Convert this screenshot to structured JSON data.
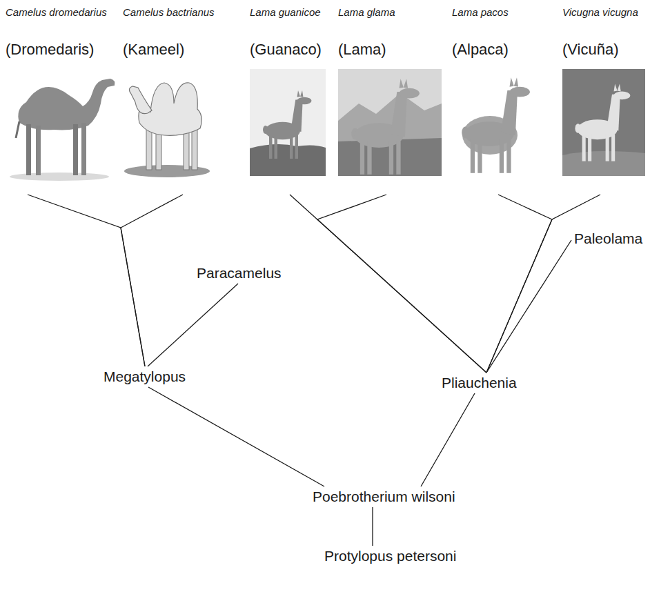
{
  "diagram": {
    "nodes": [
      {
        "text": [
          "Camelus dromedarius",
          "(Dromedaris)"
        ]
      },
      {
        "text": [
          "Camelus bactrianus",
          "(Kameel)"
        ]
      },
      {
        "text": [
          "Lama guanicoe",
          "(Guanaco)"
        ]
      },
      {
        "text": [
          "Lama glama",
          "(Lama)"
        ]
      },
      {
        "text": [
          "Lama pacos",
          "(Alpaca)"
        ]
      },
      {
        "text": [
          "Vicugna vicugna",
          "(Vicuña)"
        ]
      },
      {
        "text": [
          "Paracamelus"
        ]
      },
      {
        "text": [
          "Paleolama"
        ]
      },
      {
        "text": [
          "Megatylopus"
        ]
      },
      {
        "text": [
          "Pliauchenia"
        ]
      },
      {
        "text": [
          "Poebrotherium wilsoni"
        ]
      },
      {
        "text": [
          "Protylopus petersoni"
        ]
      }
    ],
    "edges": [
      {
        "from": 8,
        "to": 0,
        "arrow": "none"
      },
      {
        "from": 8,
        "to": 1,
        "arrow": "none"
      },
      {
        "from": 8,
        "to": 6,
        "arrow": "none"
      },
      {
        "from": 9,
        "to": 2,
        "arrow": "none"
      },
      {
        "from": 9,
        "to": 3,
        "arrow": "none"
      },
      {
        "from": 9,
        "to": 4,
        "arrow": "none"
      },
      {
        "from": 9,
        "to": 5,
        "arrow": "none"
      },
      {
        "from": 9,
        "to": 7,
        "arrow": "none"
      },
      {
        "from": 10,
        "to": 8,
        "arrow": "none"
      },
      {
        "from": 10,
        "to": 9,
        "arrow": "none"
      },
      {
        "from": 11,
        "to": 10,
        "arrow": "none"
      }
    ]
  }
}
